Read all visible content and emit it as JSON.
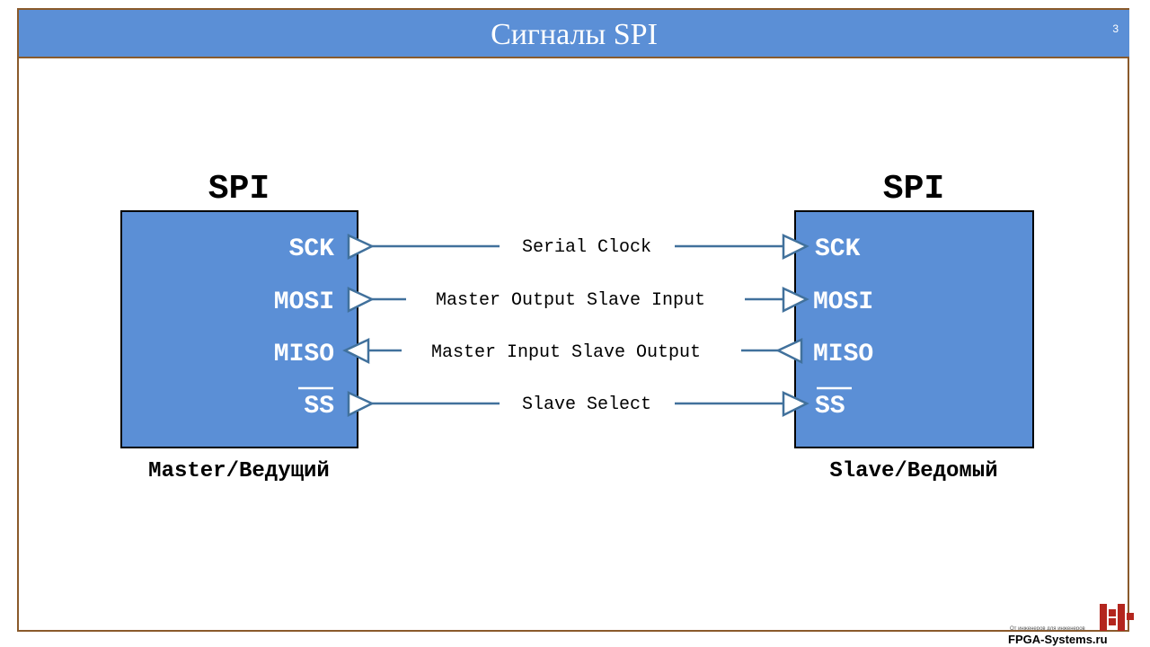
{
  "slide": {
    "title": "Сигналы SPI",
    "page_number": "3"
  },
  "master": {
    "heading": "SPI",
    "caption": "Master/Ведущий",
    "pins": [
      "SCK",
      "MOSI",
      "MISO",
      "SS"
    ]
  },
  "slave": {
    "heading": "SPI",
    "caption": "Slave/Ведомый",
    "pins": [
      "SCK",
      "MOSI",
      "MISO",
      "SS"
    ]
  },
  "signals": [
    {
      "label": "Serial Clock",
      "direction": "master-to-slave"
    },
    {
      "label": "Master Output Slave Input",
      "direction": "master-to-slave"
    },
    {
      "label": "Master Input Slave Output",
      "direction": "slave-to-master"
    },
    {
      "label": "Slave Select",
      "direction": "master-to-slave"
    }
  ],
  "logo": {
    "tagline": "От инженеров для инженеров",
    "name": "FPGA-Systems.ru"
  },
  "colors": {
    "title_bar": "#5b8fd6",
    "block_fill": "#5b8fd6",
    "line": "#41719c",
    "frame": "#8a5a2b",
    "logo_red": "#b3261e"
  }
}
